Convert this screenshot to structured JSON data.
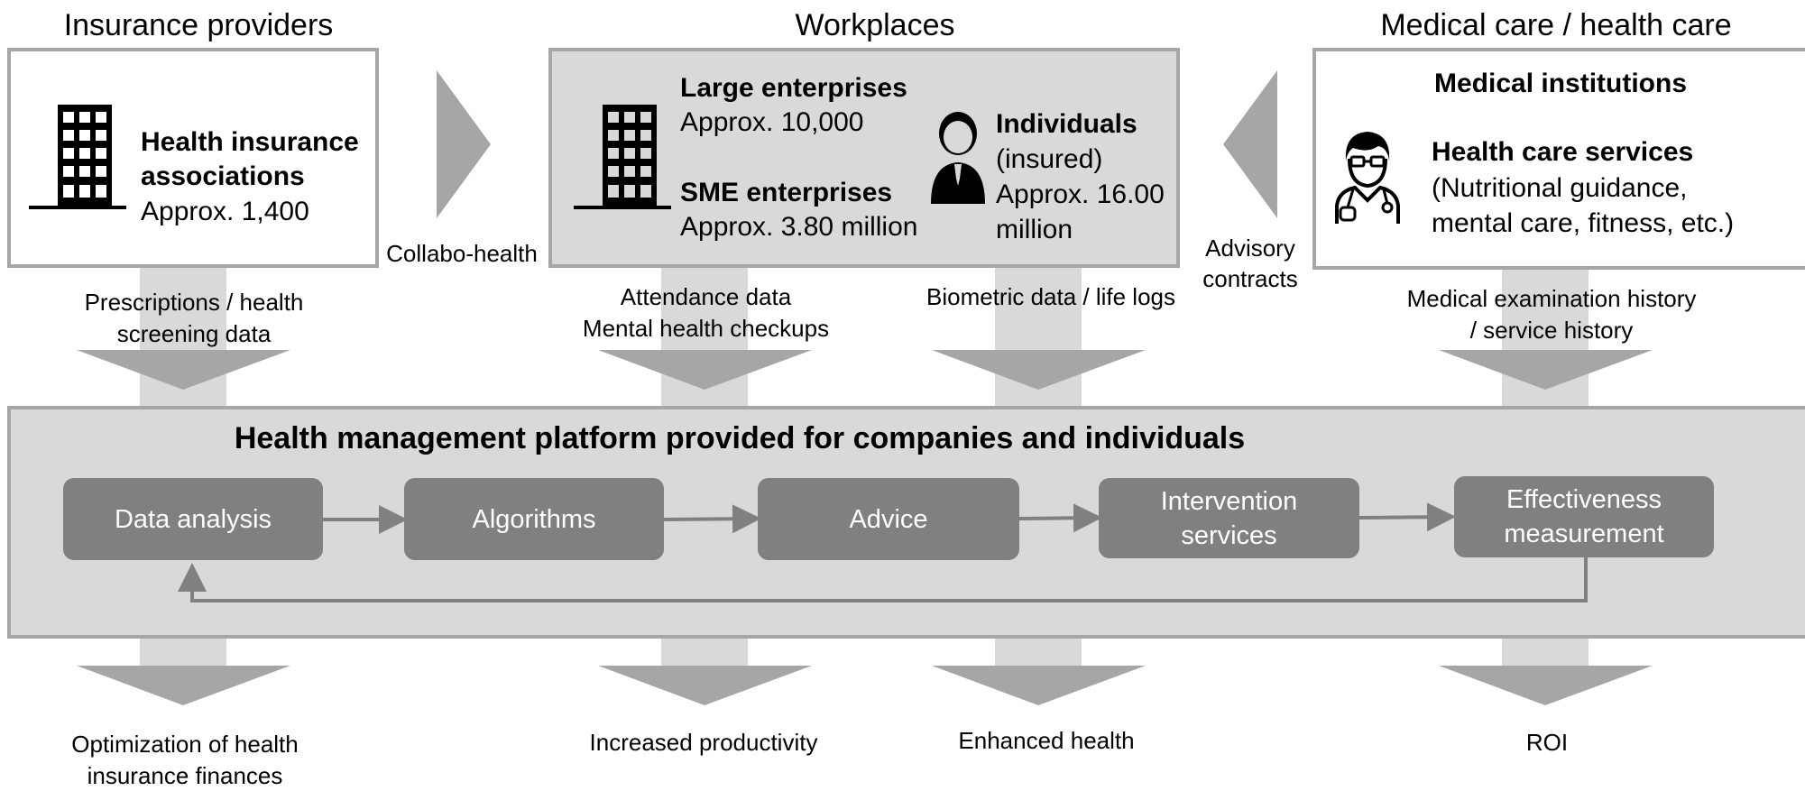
{
  "headers": {
    "insurance": "Insurance providers",
    "workplaces": "Workplaces",
    "medical": "Medical care / health care"
  },
  "insurance_box": {
    "name": "Health insurance associations",
    "line1": "Health insurance",
    "line2": "associations",
    "count": "Approx. 1,400",
    "icon": "office-building-icon"
  },
  "workplaces_box": {
    "large_title": "Large enterprises",
    "large_count": "Approx. 10,000",
    "sme_title": "SME enterprises",
    "sme_count": "Approx. 3.80 million",
    "individuals_title": "Individuals",
    "individuals_sub": "(insured)",
    "individuals_count1": "Approx. 16.00",
    "individuals_count2": "million",
    "icons": [
      "office-building-icon",
      "person-icon"
    ]
  },
  "medical_box": {
    "institutions": "Medical institutions",
    "services_title": "Health care services",
    "services_line1": "(Nutritional guidance,",
    "services_line2": "mental care, fitness, etc.)",
    "icon": "doctor-icon"
  },
  "connectors": {
    "collabo": "Collabo-health",
    "advisory1": "Advisory",
    "advisory2": "contracts"
  },
  "inputs": {
    "insurance1": "Prescriptions / health",
    "insurance2": "screening data",
    "workplace1": "Attendance data",
    "workplace2": "Mental health checkups",
    "individual": "Biometric data / life logs",
    "medical1": "Medical examination history",
    "medical2": "/ service history"
  },
  "platform": {
    "title": "Health management platform provided for companies and individuals",
    "steps": [
      "Data analysis",
      "Algorithms",
      "Advice",
      "Intervention\nservices",
      "Effectiveness\nmeasurement"
    ]
  },
  "outputs": {
    "insurance1": "Optimization of health",
    "insurance2": "insurance finances",
    "workplace": "Increased productivity",
    "individual": "Enhanced health",
    "medical": "ROI"
  },
  "colors": {
    "box_border": "#a6a6a6",
    "grey_fill": "#d9d9d9",
    "step_fill": "#808080",
    "arrow_fill": "#a6a6a6",
    "icon": "#000000"
  }
}
